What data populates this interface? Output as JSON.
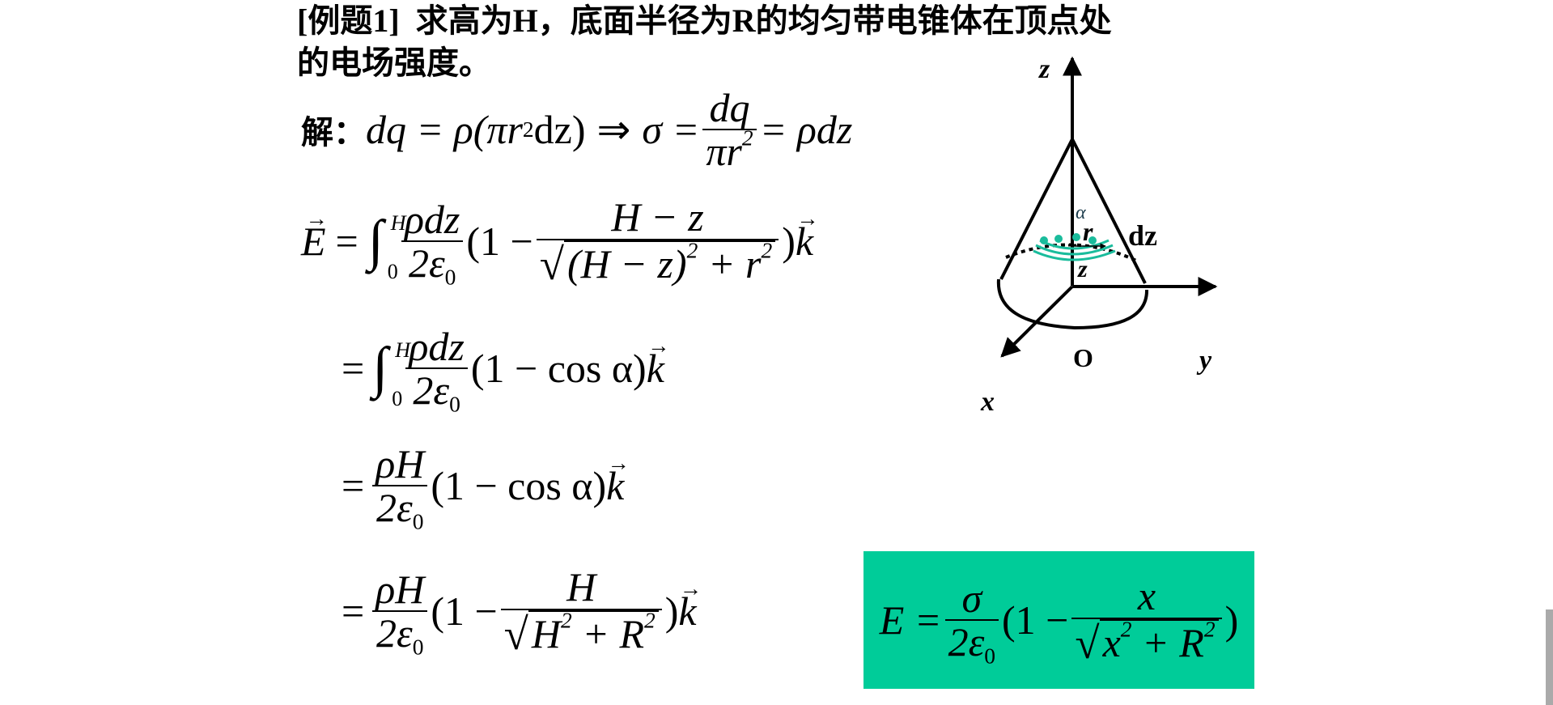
{
  "problem": {
    "label": "[例题1]",
    "text_line1": "求高为H，底面半径为R的均匀带电锥体在顶点处",
    "text_line2": "的电场强度。"
  },
  "solution": {
    "prefix": "解：",
    "line1": {
      "lhs": "dq = ρ(πr",
      "lhs_exp": "2",
      "lhs_tail": "dz)",
      "implies": "⇒",
      "sigma": "σ =",
      "frac_num": "dq",
      "frac_den": "πr",
      "frac_den_exp": "2",
      "rhs": "= ρdz"
    },
    "line2": {
      "E": "E",
      "eq": "=",
      "int_upper": "H",
      "int_lower": "0",
      "frac_num": "ρdz",
      "frac_den": "2ε",
      "frac_den_sub": "0",
      "open": "(1 −",
      "inner_num": "H − z",
      "inner_den": "(H − z)",
      "inner_den_exp": "2",
      "inner_den_tail": "+ r",
      "inner_den_tail_exp": "2",
      "close": ")",
      "k": "k"
    },
    "line3": {
      "eq": "=",
      "int_upper": "H",
      "int_lower": "0",
      "frac_num": "ρdz",
      "frac_den": "2ε",
      "frac_den_sub": "0",
      "body": "(1 − cos α)",
      "k": "k"
    },
    "line4": {
      "eq": "=",
      "frac_num": "ρH",
      "frac_den": "2ε",
      "frac_den_sub": "0",
      "body": "(1 − cos α)",
      "k": "k"
    },
    "line5": {
      "eq": "=",
      "frac_num": "ρH",
      "frac_den": "2ε",
      "frac_den_sub": "0",
      "open": "(1 −",
      "inner_num": "H",
      "inner_den_a": "H",
      "inner_den_a_exp": "2",
      "inner_den_b": "+ R",
      "inner_den_b_exp": "2",
      "close": ")",
      "k": "k"
    }
  },
  "result_box": {
    "background": "#00cc99",
    "E": "E =",
    "frac_num": "σ",
    "frac_den": "2ε",
    "frac_den_sub": "0",
    "open": "(1 −",
    "inner_num": "x",
    "inner_den_a": "x",
    "inner_den_a_exp": "2",
    "inner_den_b": "+ R",
    "inner_den_b_exp": "2",
    "close": ")"
  },
  "diagram": {
    "axis_z": "z",
    "axis_y": "y",
    "axis_x": "x",
    "origin": "O",
    "angle": "α",
    "radius": "r",
    "element": "dz",
    "height_label": "z",
    "ring_color": "#1abc9c"
  }
}
